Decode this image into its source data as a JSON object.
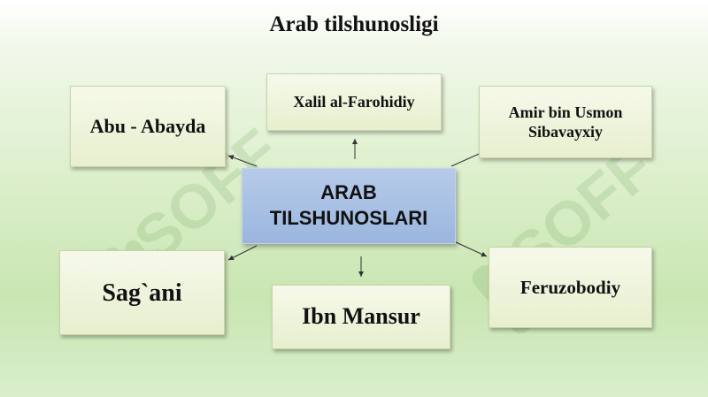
{
  "title": "Arab tilshunosligi",
  "center": {
    "line1": "ARAB",
    "line2": "TILSHUNOSLARI"
  },
  "nodes": {
    "abu_abayda": "Abu - Abayda",
    "xalil": "Xalil al-Farohidiy",
    "amir_line1": "Amir bin Usmon",
    "amir_line2": "Sibavayxiy",
    "sagani": "Sag`ani",
    "ibn_mansur": "Ibn Mansur",
    "feruzobodiy": "Feruzobodiy"
  },
  "watermark": {
    "text": "SOFF",
    "icon": "soff-logo-icon"
  }
}
